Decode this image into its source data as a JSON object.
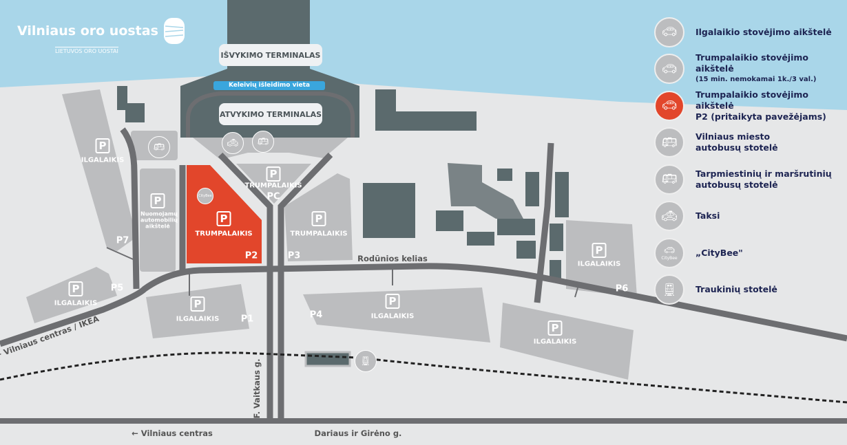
{
  "logo": {
    "title": "Vilniaus oro uostas",
    "subtitle": "LIETUVOS ORO UOSTAI"
  },
  "terminals": {
    "departures": "IŠVYKIMO TERMINALAS",
    "dropoff": "Keleivių išleidimo vieta",
    "arrivals": "ATVYKIMO TERMINALAS"
  },
  "parking": {
    "p_symbol": "P",
    "p7": {
      "id": "P7",
      "type": "ILGALAIKIS"
    },
    "rental": {
      "label": "Nuomojamų automobilių aikštelė"
    },
    "p2": {
      "id": "P2",
      "type": "TRUMPALAIKIS"
    },
    "pc": {
      "id": "PC",
      "type": "TRUMPALAIKIS"
    },
    "p3": {
      "id": "P3",
      "type": "TRUMPALAIKIS"
    },
    "p5": {
      "id": "P5",
      "type": "ILGALAIKIS"
    },
    "p1": {
      "id": "P1",
      "type": "ILGALAIKIS"
    },
    "p4": {
      "id": "P4",
      "type": "ILGALAIKIS"
    },
    "p6": {
      "id": "P6",
      "type": "ILGALAIKIS"
    },
    "p8": {
      "type": "ILGALAIKIS"
    }
  },
  "roads": {
    "rodunios": "Rodūnios kelias",
    "ikea": "Vilniaus centras / IKEA",
    "vaitkaus": "F. Vaitkaus g.",
    "centras": "Vilniaus centras",
    "darius": "Dariaus ir Girėno g."
  },
  "citybee_small": "CityBee",
  "legend": [
    {
      "icon": "long-term-parking-icon",
      "label": "Ilgalaikio stovėjimo aikštelė"
    },
    {
      "icon": "short-term-parking-icon",
      "label": "Trumpalaikio stovėjimo aikštelė",
      "note": "(15 min. nemokamai 1k./3 val.)"
    },
    {
      "icon": "p2-parking-icon",
      "label": "Trumpalaikio stovėjimo aikštelė",
      "label2": "P2 (pritaikyta pavežėjams)"
    },
    {
      "icon": "city-bus-icon",
      "label": "Vilniaus miesto",
      "label2": "autobusų stotelė"
    },
    {
      "icon": "intercity-bus-icon",
      "label": "Tarpmiestinių ir maršrutinių",
      "label2": "autobusų stotelė"
    },
    {
      "icon": "taxi-icon",
      "label": "Taksi"
    },
    {
      "icon": "citybee-icon",
      "label": "„CityBee\"",
      "sub": "CityBee"
    },
    {
      "icon": "train-icon",
      "label": "Traukinių stotelė"
    }
  ],
  "colors": {
    "sky": "#a9d6e9",
    "ground": "#e6e7e8",
    "lot": "#bcbdbf",
    "building": "#5b6a6d",
    "road": "#6d6e71",
    "p2": "#e2462b",
    "dropoff": "#3aa6dd",
    "text": "#1d2452"
  }
}
